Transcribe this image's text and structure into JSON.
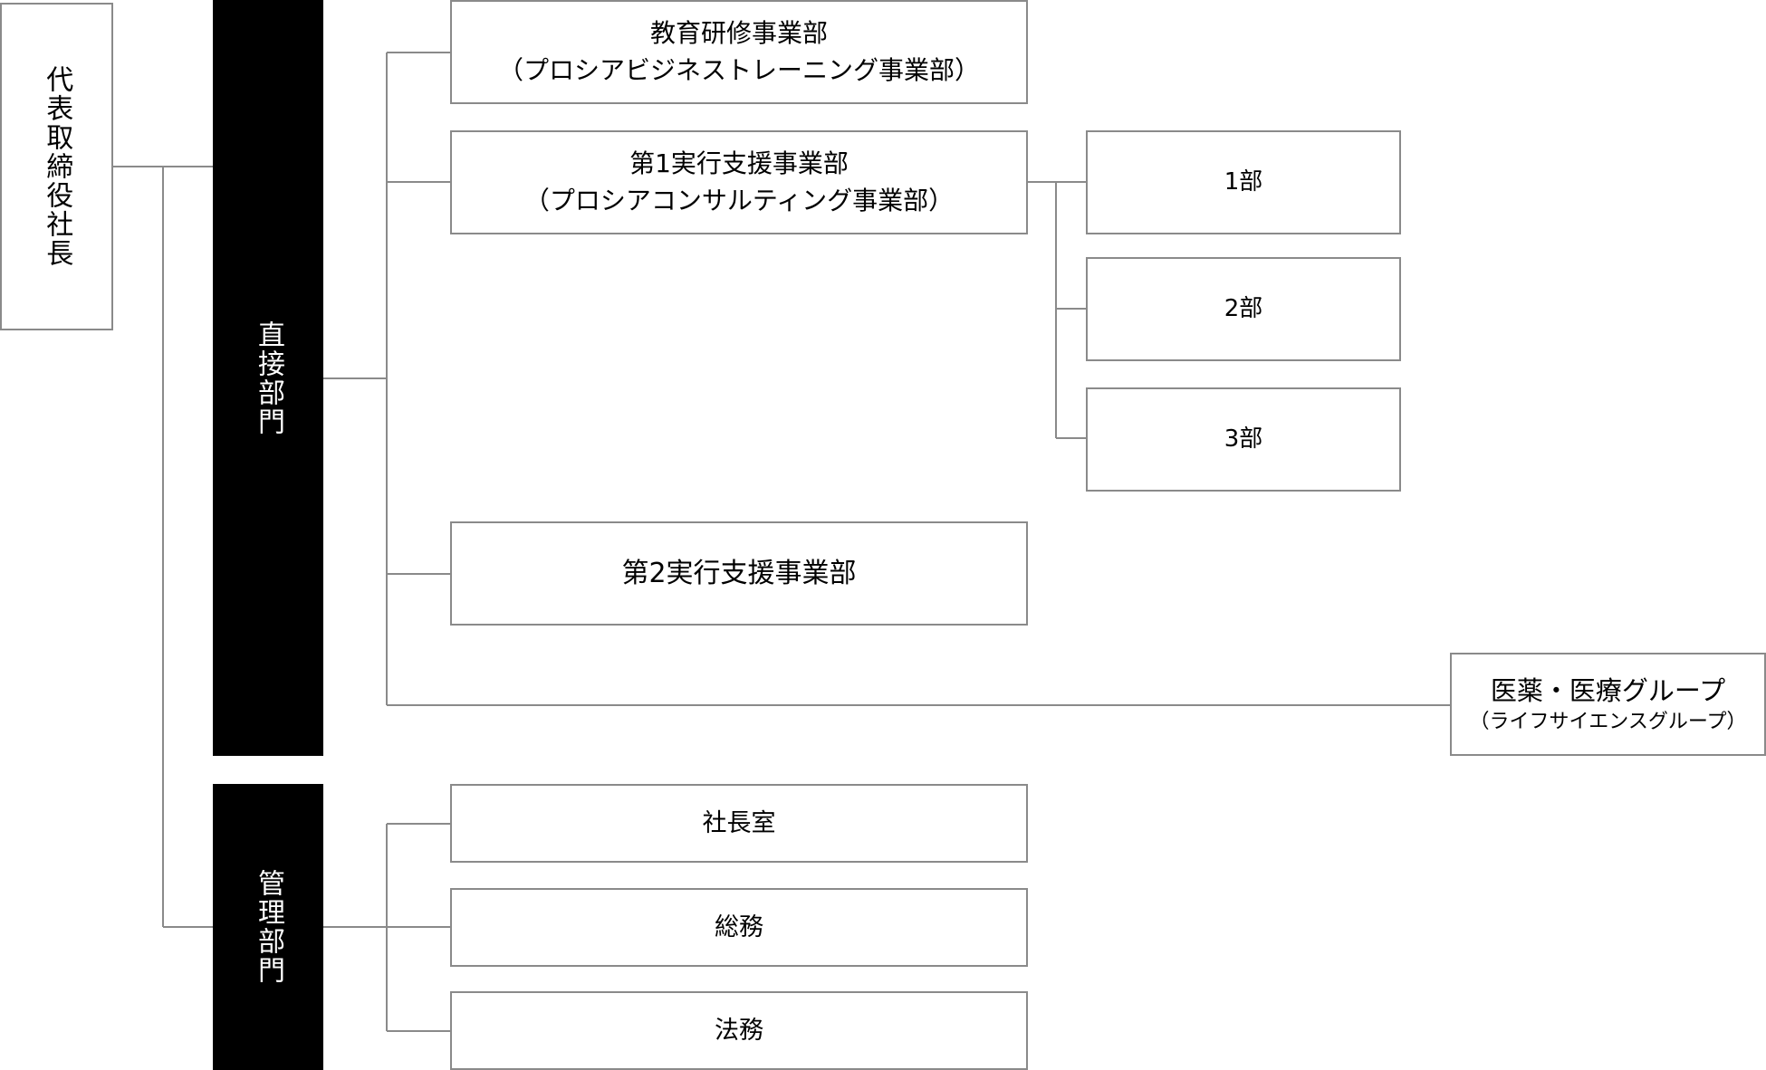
{
  "president": {
    "label": "代表取締役社長"
  },
  "direct_dept": {
    "label": "直接部門"
  },
  "admin_dept": {
    "label": "管理部門"
  },
  "divisions": {
    "education": {
      "line1": "教育研修事業部",
      "line2": "（プロシアビジネストレーニング事業部）"
    },
    "exec1": {
      "line1": "第1実行支援事業部",
      "line2": "（プロシアコンサルティング事業部）"
    },
    "exec2": {
      "label": "第2実行支援事業部"
    },
    "pharma": {
      "line1": "医薬・医療グループ",
      "line2": "（ライフサイエンスグループ）"
    }
  },
  "exec1_departments": [
    "1部",
    "2部",
    "3部"
  ],
  "admin_units": [
    "社長室",
    "総務",
    "法務"
  ],
  "colors": {
    "line": "#8a8a8a",
    "box_border": "#8a8a8a",
    "dept_bar": "#000000",
    "dept_text": "#ffffff"
  }
}
